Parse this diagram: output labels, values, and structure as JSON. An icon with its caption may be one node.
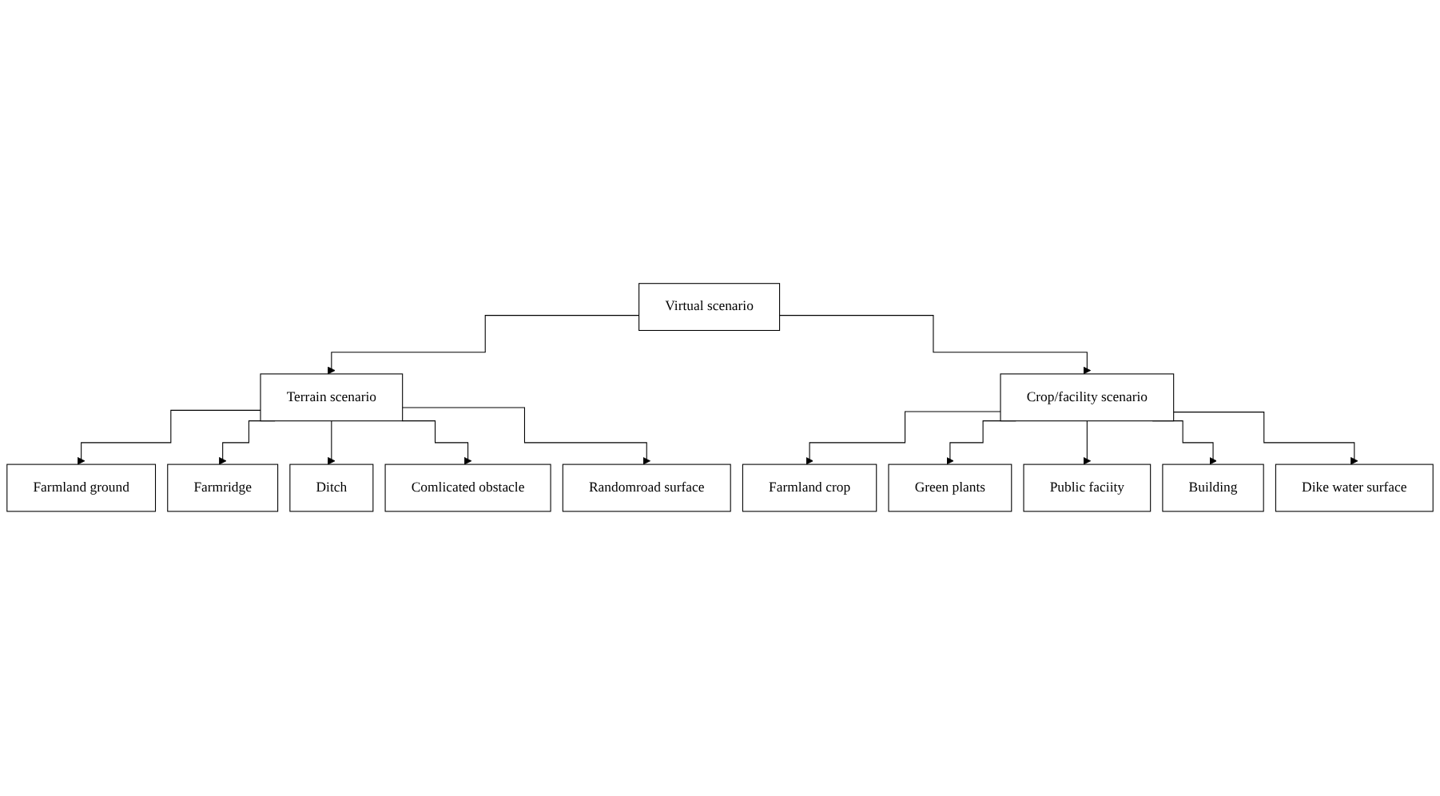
{
  "diagram": {
    "nodes": [
      {
        "text": [
          "Virtual scenario"
        ]
      },
      {
        "text": [
          "Terrain scenario"
        ]
      },
      {
        "text": [
          "Crop/facility scenario"
        ]
      },
      {
        "text": [
          "Farmland ground"
        ]
      },
      {
        "text": [
          "Farmridge"
        ]
      },
      {
        "text": [
          "Ditch"
        ]
      },
      {
        "text": [
          "Comlicated obstacle"
        ]
      },
      {
        "text": [
          "Randomroad surface"
        ]
      },
      {
        "text": [
          "Farmland crop"
        ]
      },
      {
        "text": [
          "Green plants"
        ]
      },
      {
        "text": [
          "Public faciity"
        ]
      },
      {
        "text": [
          "Building"
        ]
      },
      {
        "text": [
          "Dike water surface"
        ]
      }
    ],
    "edges": [
      {
        "from": 0,
        "to": 1,
        "arrow": "to"
      },
      {
        "from": 0,
        "to": 2,
        "arrow": "to"
      },
      {
        "from": 1,
        "to": 3,
        "arrow": "to"
      },
      {
        "from": 1,
        "to": 4,
        "arrow": "to"
      },
      {
        "from": 1,
        "to": 5,
        "arrow": "to"
      },
      {
        "from": 1,
        "to": 6,
        "arrow": "to"
      },
      {
        "from": 1,
        "to": 7,
        "arrow": "to"
      },
      {
        "from": 2,
        "to": 8,
        "arrow": "to"
      },
      {
        "from": 2,
        "to": 9,
        "arrow": "to"
      },
      {
        "from": 2,
        "to": 10,
        "arrow": "to"
      },
      {
        "from": 2,
        "to": 11,
        "arrow": "to"
      },
      {
        "from": 2,
        "to": 12,
        "arrow": "to"
      }
    ]
  }
}
